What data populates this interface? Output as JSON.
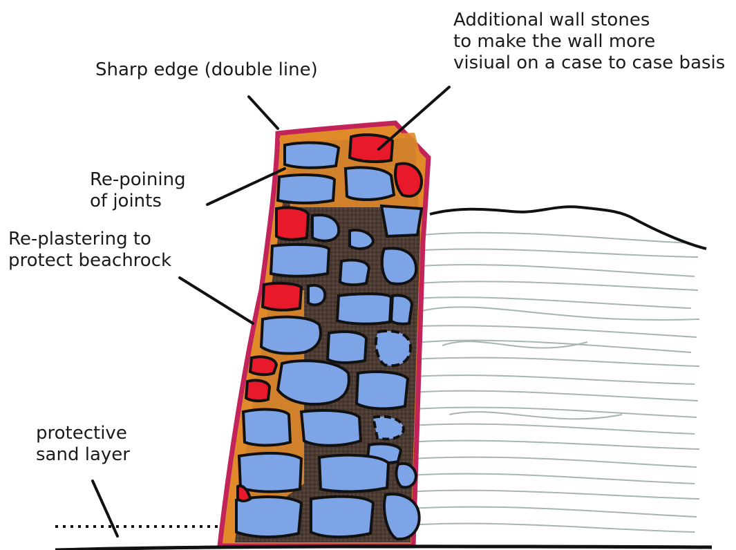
{
  "labels": {
    "sharp_edge": "Sharp edge (double line)",
    "additional_stones": [
      "Additional wall stones",
      "to make the wall more",
      "visiual on a case to case basis"
    ],
    "repointing": [
      "Re-poining",
      "of joints"
    ],
    "replastering": [
      "Re-plastering to",
      "protect beachrock"
    ],
    "sand_layer": [
      "protective",
      "sand layer"
    ]
  },
  "colors": {
    "plaster_edge": "#c2245a",
    "mortar": "#e08a2a",
    "wall_core": "#4a3a32",
    "existing_stone": "#7ea4e8",
    "added_stone": "#e8192a",
    "beachrock_hatch": "#9aa7a5",
    "ink": "#111111"
  }
}
